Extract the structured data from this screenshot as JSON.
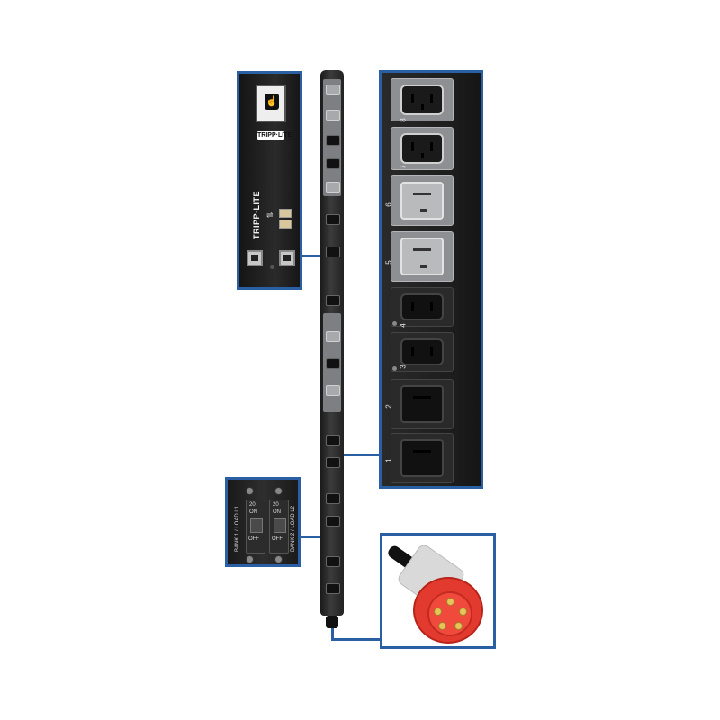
{
  "product": {
    "brand_logo_text": "TRIPP·LITE"
  },
  "outlets": [
    {
      "number": "8",
      "type": "C13",
      "face": "light"
    },
    {
      "number": "7",
      "type": "C13",
      "face": "light"
    },
    {
      "number": "6",
      "type": "C19",
      "face": "light"
    },
    {
      "number": "5",
      "type": "C19",
      "face": "light"
    },
    {
      "number": "4",
      "type": "C13",
      "face": "dark"
    },
    {
      "number": "3",
      "type": "C13",
      "face": "dark"
    },
    {
      "number": "2",
      "type": "C19",
      "face": "dark"
    },
    {
      "number": "1",
      "type": "C19",
      "face": "dark"
    }
  ],
  "breakers": {
    "bank1_label": "BANK 1 / LOAD L1",
    "bank2_label": "BANK 2 / LOAD L2",
    "on_label": "ON",
    "off_label": "OFF",
    "rating": "20"
  },
  "colors": {
    "callout_border": "#2a5fa3",
    "plug_red": "#e23a2e",
    "plug_grey": "#d9d9d9"
  },
  "icons": [
    "touch-screen-icon",
    "usb-icon",
    "ethernet-port-icon"
  ]
}
